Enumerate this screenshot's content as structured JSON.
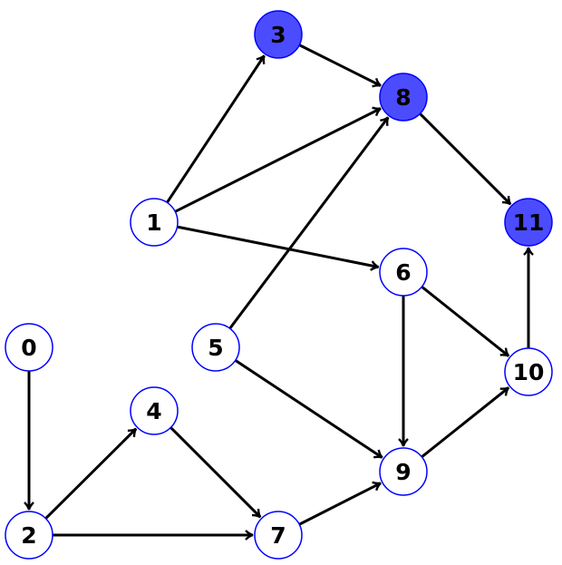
{
  "graph": {
    "colors": {
      "highlight_fill": "#4c4cff",
      "node_border": "#0000ff",
      "node_fill": "#ffffff",
      "edge": "#000000"
    },
    "nodes": [
      {
        "id": "0",
        "label": "0",
        "highlighted": false
      },
      {
        "id": "1",
        "label": "1",
        "highlighted": false
      },
      {
        "id": "2",
        "label": "2",
        "highlighted": false
      },
      {
        "id": "3",
        "label": "3",
        "highlighted": true
      },
      {
        "id": "4",
        "label": "4",
        "highlighted": false
      },
      {
        "id": "5",
        "label": "5",
        "highlighted": false
      },
      {
        "id": "6",
        "label": "6",
        "highlighted": false
      },
      {
        "id": "7",
        "label": "7",
        "highlighted": false
      },
      {
        "id": "8",
        "label": "8",
        "highlighted": true
      },
      {
        "id": "9",
        "label": "9",
        "highlighted": false
      },
      {
        "id": "10",
        "label": "10",
        "highlighted": false
      },
      {
        "id": "11",
        "label": "11",
        "highlighted": true
      }
    ],
    "edges": [
      [
        "0",
        "2"
      ],
      [
        "2",
        "4"
      ],
      [
        "2",
        "7"
      ],
      [
        "4",
        "7"
      ],
      [
        "7",
        "9"
      ],
      [
        "1",
        "3"
      ],
      [
        "1",
        "8"
      ],
      [
        "1",
        "6"
      ],
      [
        "3",
        "8"
      ],
      [
        "5",
        "8"
      ],
      [
        "5",
        "9"
      ],
      [
        "8",
        "11"
      ],
      [
        "6",
        "9"
      ],
      [
        "6",
        "10"
      ],
      [
        "9",
        "10"
      ],
      [
        "10",
        "11"
      ]
    ]
  }
}
